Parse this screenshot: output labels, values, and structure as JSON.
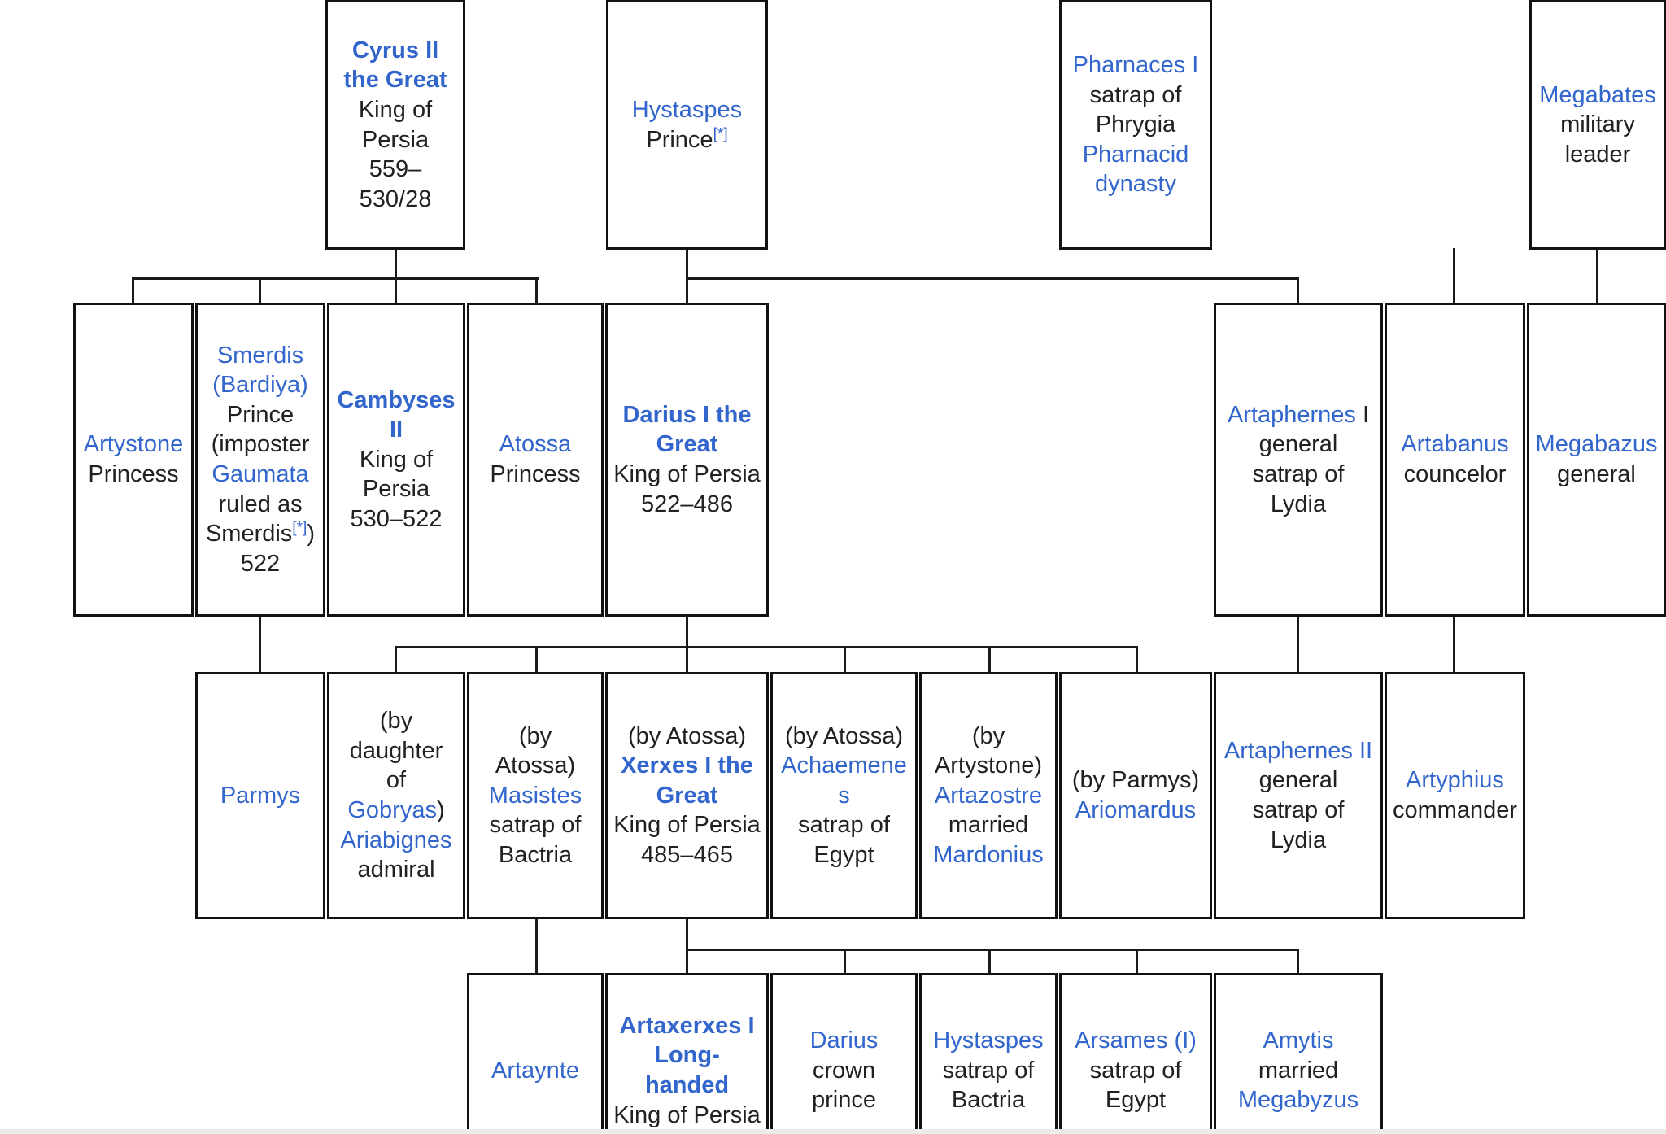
{
  "diagram": {
    "title": "Achaemenid dynasty family tree",
    "link_color": "#3366cc",
    "text_color": "#202122",
    "border_color": "#121212",
    "background": "#ffffff"
  },
  "footnote_marker": "[*]",
  "nodes": {
    "cyrus2": {
      "name": "Cyrus II the Great",
      "line1": "King of",
      "line2": "Persia",
      "line3": "559–",
      "line4": "530/28"
    },
    "hystaspes1": {
      "name": "Hystaspes",
      "role": "Prince",
      "footnote": "[*]"
    },
    "pharnaces1": {
      "name": "Pharnaces I",
      "role1": "satrap of",
      "role2": "Phrygia",
      "dynasty": "Pharnacid dynasty"
    },
    "megabates": {
      "name": "Megabates",
      "role1": "military",
      "role2": "leader"
    },
    "artystone": {
      "name": "Artystone",
      "role": "Princess"
    },
    "smerdis": {
      "name": "Smerdis (Bardiya)",
      "role": "Prince",
      "note_open": "(imposter",
      "impostor": "Gaumata",
      "note_mid": "ruled as",
      "note_name": "Smerdis",
      "footnote": "[*]",
      "note_close": ")",
      "year": "522"
    },
    "cambyses2": {
      "name": "Cambyses II",
      "line1": "King of",
      "line2": "Persia",
      "line3": "530–522"
    },
    "atossa": {
      "name": "Atossa",
      "role": "Princess"
    },
    "darius1": {
      "name": "Darius I the Great",
      "line1": "King of Persia",
      "line2": "522–486"
    },
    "artaphernes1": {
      "name": "Artaphernes",
      "numeral": " I",
      "role1": "general",
      "role2": "satrap of",
      "role3": "Lydia"
    },
    "artabanus": {
      "name": "Artabanus",
      "role": "councelor"
    },
    "megabazus": {
      "name": "Megabazus",
      "role": "general"
    },
    "parmys": {
      "name": "Parmys"
    },
    "ariabignes": {
      "parent1": "(by",
      "parent2": "daughter",
      "parent3": "of",
      "parent_link": "Gobryas",
      "parent_close": ")",
      "name": "Ariabignes",
      "role": "admiral"
    },
    "masistes": {
      "parent1": "(by",
      "parent2": "Atossa)",
      "name": "Masistes",
      "role1": "satrap of",
      "role2": "Bactria"
    },
    "xerxes1": {
      "parent": "(by Atossa)",
      "name": "Xerxes I the Great",
      "line1": "King of Persia",
      "line2": "485–465"
    },
    "achaemenes": {
      "parent": "(by Atossa)",
      "name": "Achaemenes",
      "role1": "satrap of",
      "role2": "Egypt"
    },
    "artazostre": {
      "parent1": "(by",
      "parent2": "Artystone)",
      "name": "Artazostre",
      "married": "married",
      "spouse": "Mardonius"
    },
    "ariomardus": {
      "parent": "(by Parmys)",
      "name": "Ariomardus"
    },
    "artaphernes2": {
      "name": "Artaphernes II",
      "role1": "general",
      "role2": "satrap of",
      "role3": "Lydia"
    },
    "artyphius": {
      "name": "Artyphius",
      "role": "commander"
    },
    "artaynte": {
      "name": "Artaynte"
    },
    "artaxerxes1": {
      "name": "Artaxerxes I Long-handed",
      "line1": "King of Persia"
    },
    "darius_prince": {
      "name": "Darius",
      "role1": "crown",
      "role2": "prince"
    },
    "hystaspes2": {
      "name": "Hystaspes",
      "role1": "satrap of",
      "role2": "Bactria"
    },
    "arsames1": {
      "name": "Arsames (I)",
      "role1": "satrap of",
      "role2": "Egypt"
    },
    "amytis": {
      "name": "Amytis",
      "married": "married",
      "spouse": "Megabyzus"
    }
  }
}
